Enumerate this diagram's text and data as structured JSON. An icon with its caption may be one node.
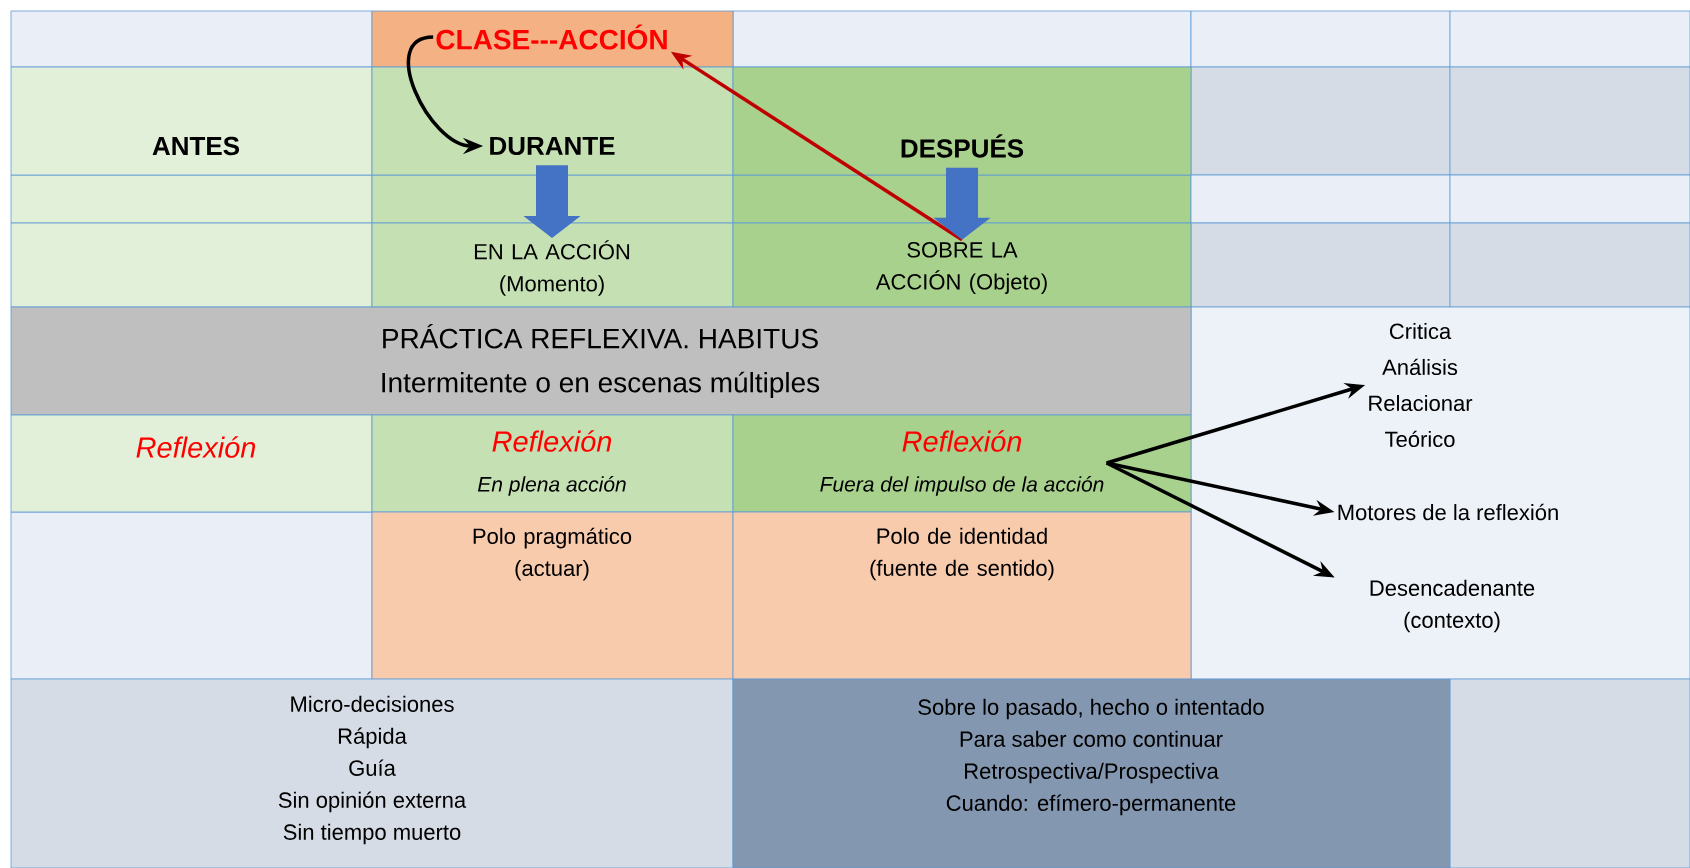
{
  "diagram": {
    "nodes": [
      {
        "text": [
          "CLASE---ACCIÓN"
        ]
      },
      {
        "text": [
          "ANTES"
        ]
      },
      {
        "text": [
          "DURANTE"
        ]
      },
      {
        "text": [
          "DESPUÉS"
        ]
      },
      {
        "text": [
          "EN LA ACCIÓN (Momento)"
        ]
      },
      {
        "text": [
          "SOBRE LA ACCIÓN (Objeto)"
        ]
      },
      {
        "text": [
          "PRÁCTICA REFLEXIVA. HABITUS",
          "Intermitente o en escenas múltiples"
        ]
      },
      {
        "text": [
          "Reflexión"
        ]
      },
      {
        "text": [
          "Reflexión",
          "En plena acción"
        ]
      },
      {
        "text": [
          "Reflexión",
          "Fuera del impulso de la acción"
        ]
      },
      {
        "text": [
          "Polo pragmático (actuar)"
        ]
      },
      {
        "text": [
          "Polo de identidad (fuente de sentido)"
        ]
      },
      {
        "text": [
          "Micro-decisiones",
          "Rápida",
          "Guía",
          "Sin opinión externa",
          "Sin tiempo muerto"
        ]
      },
      {
        "text": [
          "Sobre lo pasado, hecho o intentado",
          "Para saber como continuar",
          "Retrospectiva/Prospectiva",
          "Cuando: efímero-permanente"
        ]
      },
      {
        "text": [
          "Critica",
          "Análisis",
          "Relacionar",
          "Teórico"
        ]
      },
      {
        "text": [
          "Motores de la reflexión"
        ]
      },
      {
        "text": [
          "Desencadenante (contexto)"
        ]
      }
    ],
    "edges": [
      {
        "from": 0,
        "to": 2,
        "arrow": "to"
      },
      {
        "from": 5,
        "to": 0,
        "arrow": "to",
        "color": "#c00000"
      },
      {
        "from": 2,
        "to": 4,
        "arrow": "to",
        "style": "thick",
        "color": "#4472c4"
      },
      {
        "from": 3,
        "to": 5,
        "arrow": "to",
        "style": "thick",
        "color": "#4472c4"
      },
      {
        "from": 9,
        "to": 14,
        "arrow": "to"
      },
      {
        "from": 9,
        "to": 15,
        "arrow": "to"
      },
      {
        "from": 9,
        "to": 16,
        "arrow": "to"
      }
    ]
  }
}
